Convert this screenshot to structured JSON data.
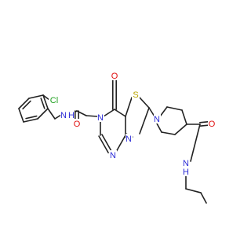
{
  "molecule": {
    "atom_labels": {
      "cl": "Cl",
      "nh_amide1": "N",
      "h_amide1": "H",
      "o_amide1": "O",
      "o_ring": "O",
      "n_ring1": "N",
      "n_ring2": "N",
      "n_thiazole": "N",
      "s_thiazole": "S",
      "n_piperidine": "N",
      "o_amide2": "O",
      "nh_amide2": "N",
      "h_amide2": "H"
    },
    "colors": {
      "bond": "#222222",
      "chlorine": "#1fa01f",
      "nitrogen": "#2b2bd6",
      "oxygen": "#e01010",
      "sulfur": "#b8a400"
    }
  }
}
